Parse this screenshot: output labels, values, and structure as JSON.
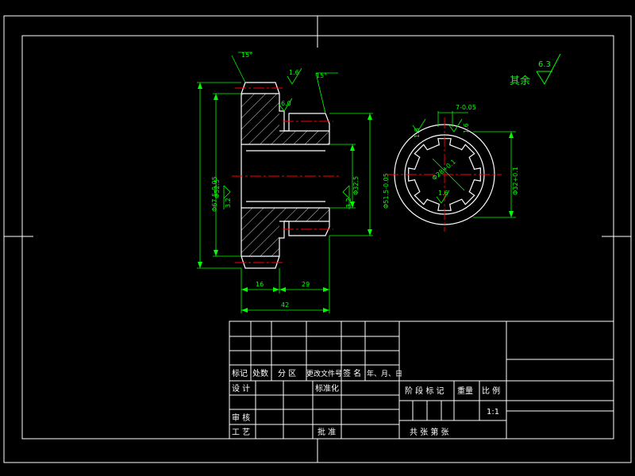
{
  "colors": {
    "background": "#000000",
    "frame": "#ffffff",
    "geometry": "#ffffff",
    "dimension": "#00ff00",
    "centerline": "#ff0000",
    "hatch": "#ffffff",
    "text": "#ffffff"
  },
  "drawing": {
    "roughness_note": {
      "label": "其余",
      "value": "6.3"
    },
    "section_view": {
      "angle_top_left": "15°",
      "angle_top_right": "15°",
      "roughness_top": "1.6",
      "roughness_inner_top": "6.0",
      "roughness_left": "3.2",
      "roughness_right": "3.2",
      "dim_outer_diameter": "Φ67.5-0.05",
      "dim_hub_diameter": "Φ52.5",
      "dim_bore": "Φ32.5",
      "dim_right_diameter": "Φ51.5-0.05",
      "dim_left_width": "16",
      "dim_right_width": "29",
      "dim_total_width": "42"
    },
    "end_view": {
      "tolerance_top": "7-0.05",
      "roughness_left": "1.6",
      "roughness_right": "1.6",
      "roughness_bottom": "1.6",
      "dim_inner": "Φ28+0.1",
      "dim_outer": "Φ32+0.1"
    }
  },
  "title_block": {
    "header_cells": [
      "标记",
      "处数",
      "分 区",
      "更改文件号",
      "签 名",
      "年、月、日"
    ],
    "design": "设 计",
    "standardize": "标准化",
    "review": "审 核",
    "process": "工 艺",
    "approve": "批 准",
    "stage_mark": "阶 段 标 记",
    "weight": "重量",
    "scale_label": "比 例",
    "scale_value": "1:1",
    "sheet_info": "共    张  第    张"
  }
}
